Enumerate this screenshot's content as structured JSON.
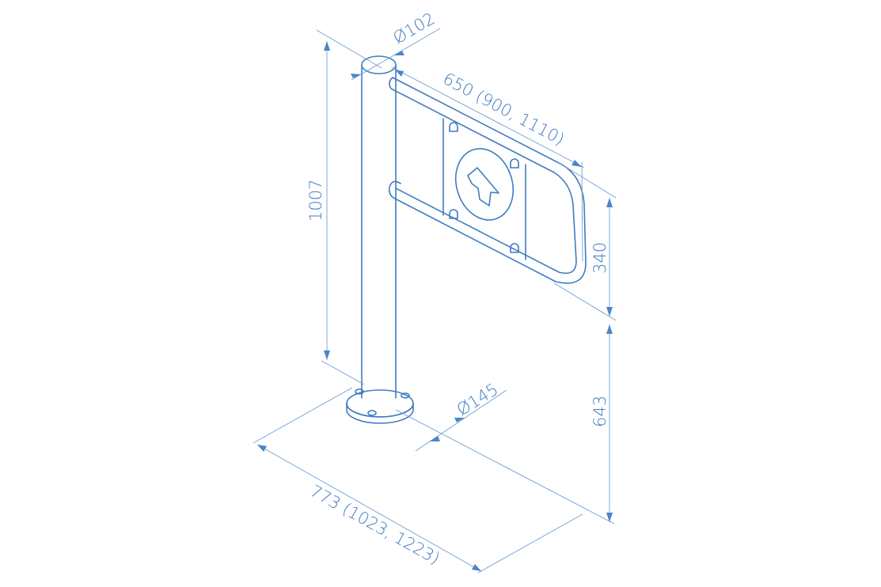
{
  "drawing": {
    "labels": {
      "post_diameter": "Ø102",
      "arm_length": "650 (900, 1110)",
      "post_height": "1007",
      "arm_height": "340",
      "arm_elevation": "643",
      "base_diameter": "Ø145",
      "overall_length": "773 (1023, 1223)"
    },
    "colors": {
      "line": "#3f7cc0",
      "dimension": "#6f9fd4"
    }
  }
}
